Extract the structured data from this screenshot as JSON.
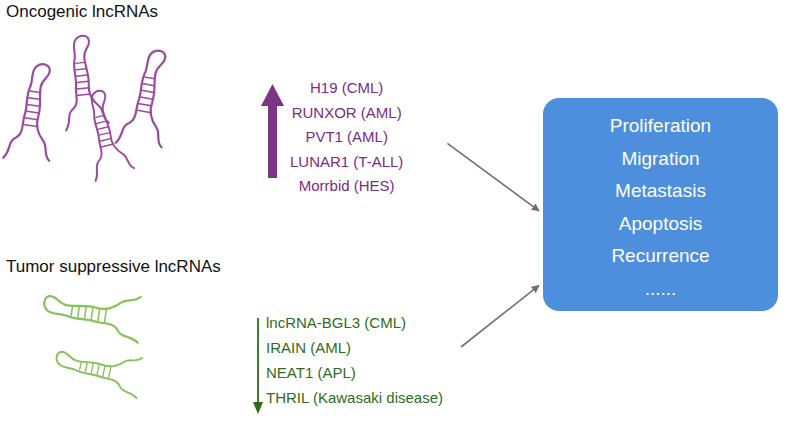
{
  "diagram": {
    "nodes": [
      {
        "text": [
          "H19 (CML)",
          "RUNXOR (AML)",
          "PVT1 (AML)",
          "LUNAR1 (T-ALL)",
          "Morrbid (HES)"
        ]
      },
      {
        "text": [
          "lncRNA-BGL3 (CML)",
          "IRAIN (AML)",
          "NEAT1 (APL)",
          "THRIL (Kawasaki disease)"
        ]
      },
      {
        "text": [
          "Proliferation",
          "Migration",
          "Metastasis",
          "Apoptosis",
          "Recurrence",
          "......"
        ]
      }
    ],
    "edges": [
      {
        "from": 0,
        "to": 2,
        "arrow": "to"
      },
      {
        "from": 1,
        "to": 2,
        "arrow": "to"
      }
    ],
    "labels": [
      "Oncogenic lncRNAs",
      "Tumor suppressive lncRNAs"
    ]
  }
}
